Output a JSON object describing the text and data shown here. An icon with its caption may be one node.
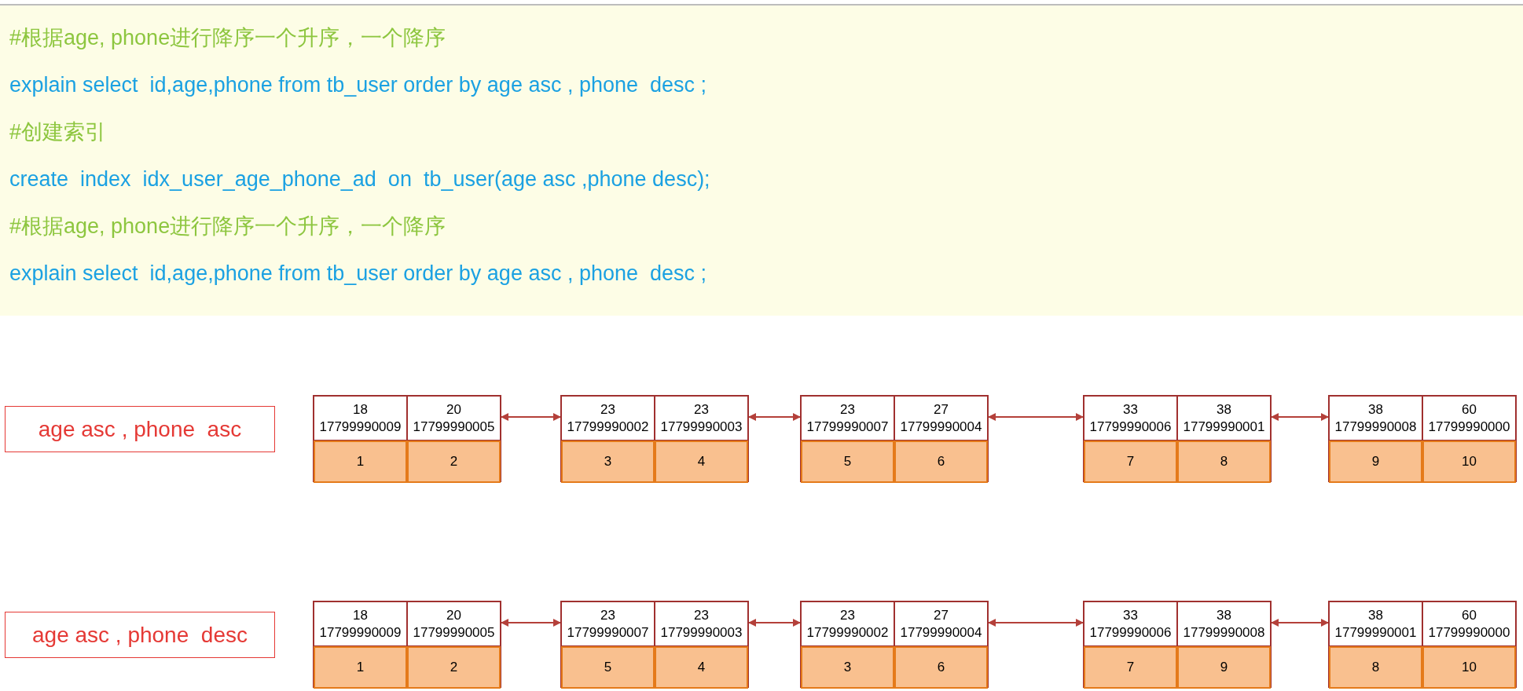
{
  "diagram": {
    "nodes": [
      {
        "text": [
          "#根据age, phone进行降序一个升序，一个降序",
          "explain select  id,age,phone from tb_user order by age asc , phone  desc ;",
          "#创建索引",
          "create  index  idx_user_age_phone_ad  on  tb_user(age asc ,phone desc);",
          "#根据age, phone进行降序一个升序，一个降序",
          "explain select  id,age,phone from tb_user order by age asc , phone  desc ;"
        ]
      },
      {
        "text": [
          "age asc , phone  asc"
        ]
      },
      {
        "text": [],
        "shape": "box"
      },
      {
        "text": [
          "18",
          "17799990009"
        ],
        "in": 2
      },
      {
        "text": [
          "20",
          "17799990005"
        ],
        "in": 2
      },
      {
        "text": [
          "1"
        ],
        "in": 2
      },
      {
        "text": [
          "2"
        ],
        "in": 2
      },
      {
        "text": [],
        "shape": "box"
      },
      {
        "text": [
          "23",
          "17799990002"
        ],
        "in": 7
      },
      {
        "text": [
          "23",
          "17799990003"
        ],
        "in": 7
      },
      {
        "text": [
          "3"
        ],
        "in": 7
      },
      {
        "text": [
          "4"
        ],
        "in": 7
      },
      {
        "text": [],
        "shape": "box"
      },
      {
        "text": [
          "23",
          "17799990007"
        ],
        "in": 12
      },
      {
        "text": [
          "27",
          "17799990004"
        ],
        "in": 12
      },
      {
        "text": [
          "5"
        ],
        "in": 12
      },
      {
        "text": [
          "6"
        ],
        "in": 12
      },
      {
        "text": [],
        "shape": "box"
      },
      {
        "text": [
          "33",
          "17799990006"
        ],
        "in": 17
      },
      {
        "text": [
          "38",
          "17799990001"
        ],
        "in": 17
      },
      {
        "text": [
          "7"
        ],
        "in": 17
      },
      {
        "text": [
          "8"
        ],
        "in": 17
      },
      {
        "text": [],
        "shape": "box"
      },
      {
        "text": [
          "38",
          "17799990008"
        ],
        "in": 22
      },
      {
        "text": [
          "60",
          "17799990000"
        ],
        "in": 22
      },
      {
        "text": [
          "9"
        ],
        "in": 22
      },
      {
        "text": [
          "10"
        ],
        "in": 22
      },
      {
        "text": [
          "age asc , phone  desc"
        ]
      },
      {
        "text": [],
        "shape": "box"
      },
      {
        "text": [
          "18",
          "17799990009"
        ],
        "in": 28
      },
      {
        "text": [
          "20",
          "17799990005"
        ],
        "in": 28
      },
      {
        "text": [
          "1"
        ],
        "in": 28
      },
      {
        "text": [
          "2"
        ],
        "in": 28
      },
      {
        "text": [],
        "shape": "box"
      },
      {
        "text": [
          "23",
          "17799990007"
        ],
        "in": 33
      },
      {
        "text": [
          "23",
          "17799990003"
        ],
        "in": 33
      },
      {
        "text": [
          "5"
        ],
        "in": 33
      },
      {
        "text": [
          "4"
        ],
        "in": 33
      },
      {
        "text": [],
        "shape": "box"
      },
      {
        "text": [
          "23",
          "17799990002"
        ],
        "in": 38
      },
      {
        "text": [
          "27",
          "17799990004"
        ],
        "in": 38
      },
      {
        "text": [
          "3"
        ],
        "in": 38
      },
      {
        "text": [
          "6"
        ],
        "in": 38
      },
      {
        "text": [],
        "shape": "box"
      },
      {
        "text": [
          "33",
          "17799990006"
        ],
        "in": 43
      },
      {
        "text": [
          "38",
          "17799990008"
        ],
        "in": 43
      },
      {
        "text": [
          "7"
        ],
        "in": 43
      },
      {
        "text": [
          "9"
        ],
        "in": 43
      },
      {
        "text": [],
        "shape": "box"
      },
      {
        "text": [
          "38",
          "17799990001"
        ],
        "in": 48
      },
      {
        "text": [
          "60",
          "17799990000"
        ],
        "in": 48
      },
      {
        "text": [
          "8"
        ],
        "in": 48
      },
      {
        "text": [
          "10"
        ],
        "in": 48
      }
    ],
    "edges": [
      {
        "from": 2,
        "to": 7,
        "arrow": "both"
      },
      {
        "from": 7,
        "to": 12,
        "arrow": "both"
      },
      {
        "from": 12,
        "to": 17,
        "arrow": "both"
      },
      {
        "from": 17,
        "to": 22,
        "arrow": "both"
      },
      {
        "from": 28,
        "to": 33,
        "arrow": "both"
      },
      {
        "from": 33,
        "to": 38,
        "arrow": "both"
      },
      {
        "from": 38,
        "to": 43,
        "arrow": "both"
      },
      {
        "from": 43,
        "to": 48,
        "arrow": "both"
      }
    ]
  }
}
